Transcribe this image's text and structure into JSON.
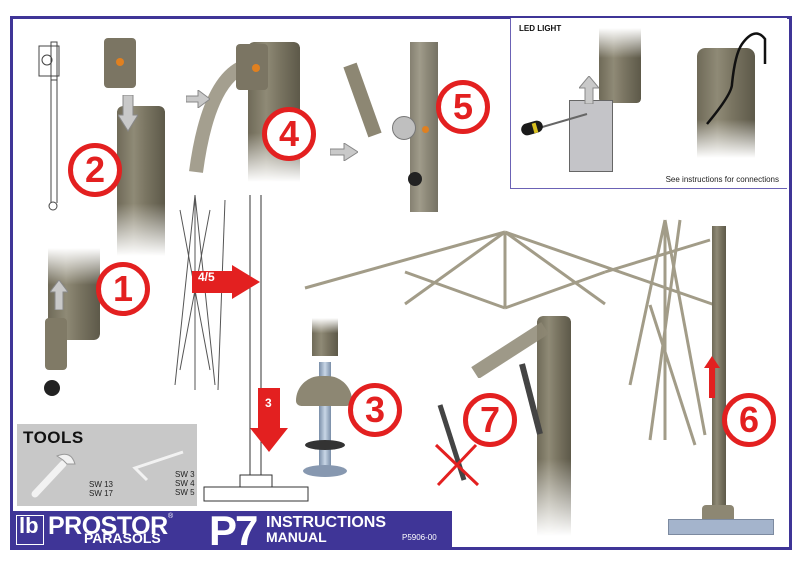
{
  "document": {
    "type": "assembly instructions sheet",
    "border_color": "#3f3597",
    "accent_red": "#e32020"
  },
  "steps": [
    {
      "number": "1",
      "label": "1"
    },
    {
      "number": "2",
      "label": "2"
    },
    {
      "number": "3",
      "label": "3"
    },
    {
      "number": "4",
      "label": "4"
    },
    {
      "number": "5",
      "label": "5"
    },
    {
      "number": "6",
      "label": "6"
    },
    {
      "number": "7",
      "label": "7"
    }
  ],
  "arrows": {
    "arrow_45": "4/5",
    "arrow_3": "3"
  },
  "led_panel": {
    "title": "LED LIGHT",
    "note": "See instructions for connections"
  },
  "tools": {
    "title": "TOOLS",
    "wrench": {
      "sizes": [
        "SW 13",
        "SW 17"
      ]
    },
    "hex_key": {
      "sizes": [
        "SW 3",
        "SW 4",
        "SW 5"
      ]
    }
  },
  "footer": {
    "logo_text": "lb",
    "brand": "PROSTOR",
    "brand_registered": "®",
    "brand_sub": "PARASOLS",
    "model": "P7",
    "title_line1": "INSTRUCTIONS",
    "title_line2": "MANUAL",
    "doc_code": "P5906-00",
    "background": "#3f3597"
  }
}
